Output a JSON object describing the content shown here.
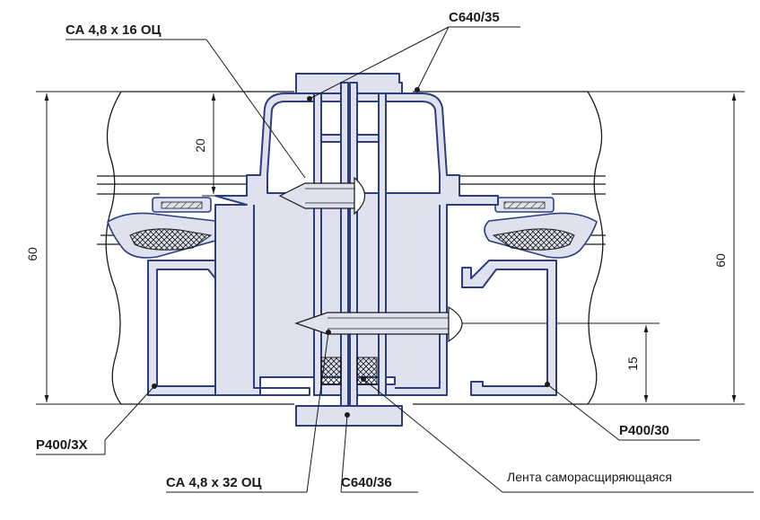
{
  "labels": {
    "screw_top": "СА 4,8 х 16 ОЦ",
    "profile_top": "С640/35",
    "profile_left": "Р400/3Х",
    "profile_right": "Р400/30",
    "screw_bottom": "СА 4,8 х 32 ОЦ",
    "profile_bottom": "С640/36",
    "tape": "Лента саморасщиряющаяся"
  },
  "dimensions": {
    "left_height": "60",
    "right_height": "60",
    "top_offset": "20",
    "bottom_offset": "15"
  },
  "colors": {
    "profile_fill": "#dfe2ee",
    "profile_stroke": "#2c3d80",
    "line": "#1a1a1a"
  }
}
